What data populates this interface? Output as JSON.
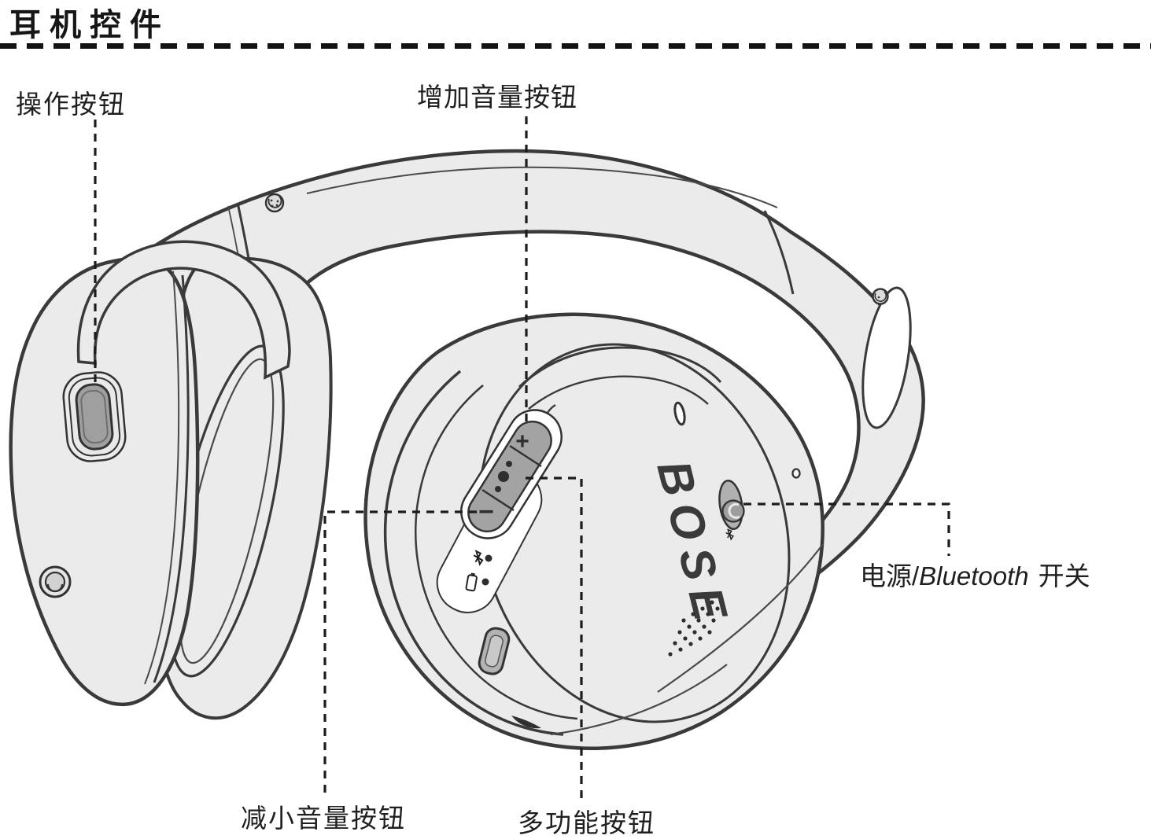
{
  "page": {
    "title": "耳机控件"
  },
  "labels": {
    "action_button": "操作按钮",
    "volume_up": "增加音量按钮",
    "power_prefix": "电源/",
    "power_word": "Bluetooth",
    "power_suffix": "开关",
    "volume_down": "减小音量按钮",
    "multi_function": "多功能按钮"
  },
  "device": {
    "brand": "BOSE",
    "volume_up_glyph": "+",
    "volume_down_glyph": "−",
    "icons": [
      "bluetooth-icon",
      "battery-icon",
      "power-bluetooth-switch",
      "micro-usb-port",
      "multi-function-dots",
      "headband-screw",
      "action-button"
    ]
  },
  "colors": {
    "line": "#3a3a3a",
    "body": "#ebebeb",
    "button": "#a3a3a3",
    "callout": "#1c1c1c",
    "background": "#ffffff"
  }
}
